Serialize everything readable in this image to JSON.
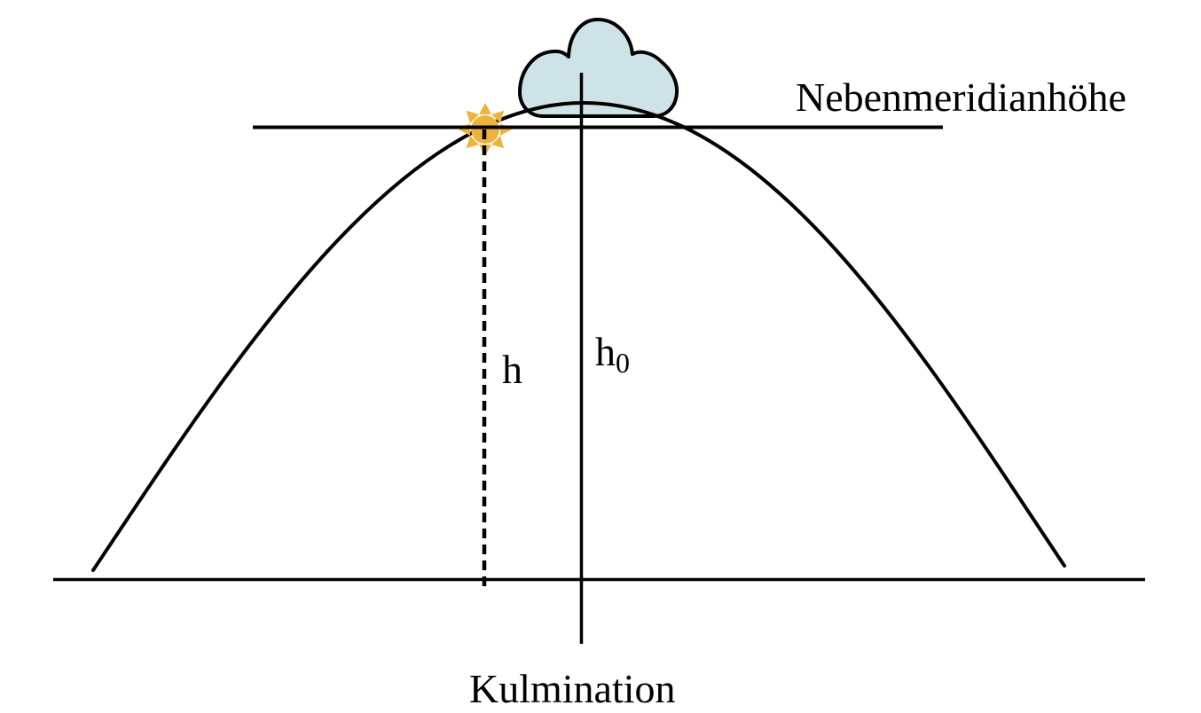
{
  "diagram": {
    "labels": {
      "nebenmeridianhoehe": "Nebenmeridianhöhe",
      "h": "h",
      "h0": {
        "base": "h",
        "sub": "0"
      },
      "kulmination": "Kulmination"
    },
    "colors": {
      "sun": "#ECB43E",
      "cloud": "#CDE3E7",
      "stroke": "#000000",
      "background": "#FFFFFF"
    },
    "icons": {
      "sun": "sun-icon",
      "cloud": "cloud-icon"
    }
  }
}
